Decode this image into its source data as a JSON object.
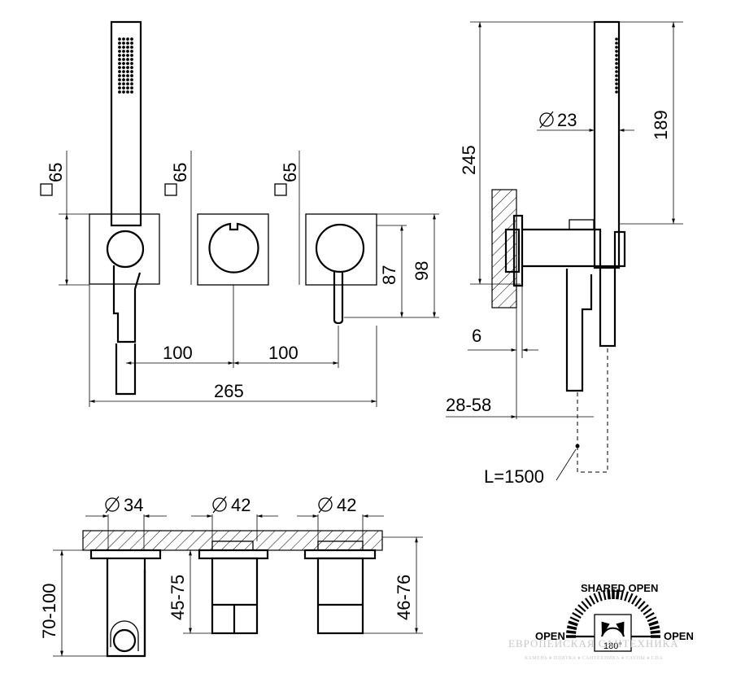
{
  "front_view": {
    "square_labels": [
      "65",
      "65",
      "65"
    ],
    "spacing_left": "100",
    "spacing_right": "100",
    "total_width": "265",
    "height_87": "87",
    "height_98": "98"
  },
  "side_view": {
    "total_height": "245",
    "handshower_height": "189",
    "diameter": "23",
    "wall_offset": "6",
    "depth_range": "28-58",
    "hose_length": "L=1500"
  },
  "bottom_view": {
    "diameters": [
      "34",
      "42",
      "42"
    ],
    "depth_left": "70-100",
    "depth_mid": "45-75",
    "depth_right": "46-76"
  },
  "diverter": {
    "shared_open": "SHARED OPEN",
    "open_left": "OPEN",
    "open_right": "OPEN",
    "rotation": "180°"
  },
  "watermark": {
    "line1": "ЕВРОПЕЙСКАЯ САНТЕХНИКА",
    "line2": "КАМЕНЬ ♦ ПЛИТКА ♦ САНТЕХНИКА ♦ САУНЫ ♦ СПА"
  }
}
